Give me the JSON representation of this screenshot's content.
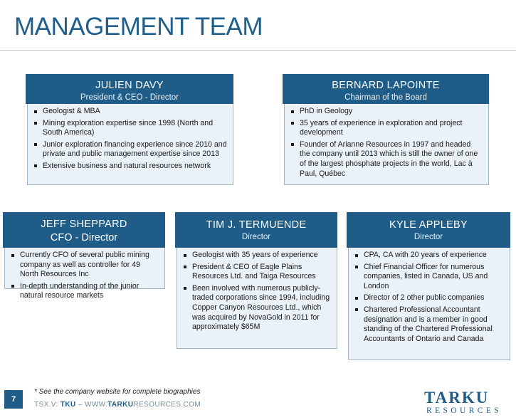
{
  "page": {
    "title": "MANAGEMENT TEAM",
    "page_number": "7",
    "footnote": "* See the company website for complete biographies",
    "footer": {
      "prefix": "TSX.V: ",
      "ticker": "TKU",
      "dash": " – WWW.",
      "brand": "TARKU",
      "suffix": "RESOURCES.COM"
    }
  },
  "logo": {
    "word": "TARKU",
    "sub": "RESOURCES",
    "color": "#1f5d88"
  },
  "colors": {
    "accent": "#1f5d88",
    "card_fill": "#eaf1f7",
    "title": "#1e5f8c"
  },
  "team": {
    "davy": {
      "name": "JULIEN DAVY",
      "role": "President & CEO - Director",
      "points": [
        "Geologist & MBA",
        "Mining exploration expertise since 1998 (North and South America)",
        "Junior exploration financing experience since 2010 and private and public management expertise since 2013",
        "Extensive business and natural resources network"
      ]
    },
    "lapointe": {
      "name": "BERNARD LAPOINTE",
      "role": "Chairman of the Board",
      "points": [
        "PhD in Geology",
        "35 years of experience in exploration and project development",
        "Founder of Arianne Resources in 1997 and headed the company until 2013 which is still the owner of one of the largest phosphate projects in the world, Lac à Paul, Québec"
      ]
    },
    "sheppard": {
      "name": "JEFF SHEPPARD",
      "role": "CFO - Director",
      "points": [
        "Currently CFO of several public mining company as well as controller for 49 North Resources Inc",
        "In-depth understanding of the junior natural resource markets"
      ]
    },
    "termuende": {
      "name": "TIM J. TERMUENDE",
      "role": "Director",
      "points": [
        "Geologist with 35 years of experience",
        "President & CEO of Eagle Plains Resources Ltd. and Taiga Resources",
        "Been involved with numerous publicly-traded corporations since 1994, including Copper Canyon Resources Ltd., which was acquired by NovaGold in 2011 for approximately $65M"
      ]
    },
    "appleby": {
      "name": "KYLE APPLEBY",
      "role": "Director",
      "points": [
        "CPA, CA with 20 years of experience",
        "Chief Financial Officer for numerous companies, listed in Canada, US and London",
        "Director of 2 other public companies",
        "Chartered Professional Accountant designation and is a member in good standing of the Chartered Professional Accountants of Ontario and Canada"
      ]
    }
  }
}
